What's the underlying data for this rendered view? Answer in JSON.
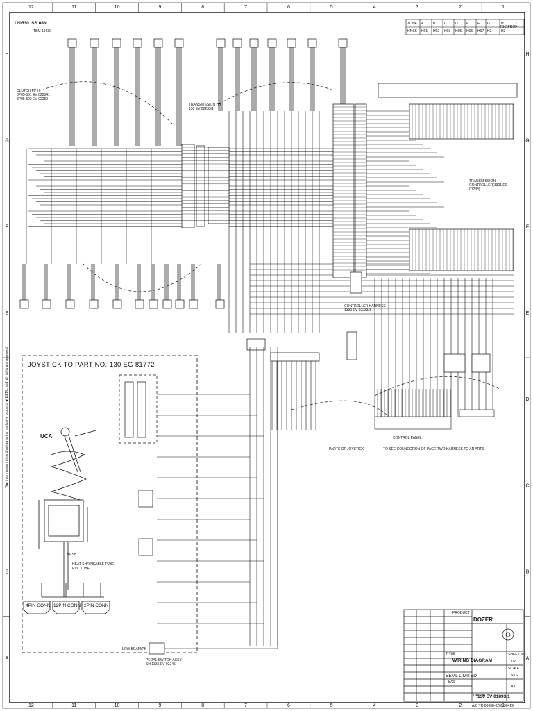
{
  "column_numbers": [
    "12",
    "11",
    "10",
    "9",
    "8",
    "7",
    "6",
    "5",
    "4",
    "3",
    "2",
    "1"
  ],
  "row_letters": [
    "H",
    "G",
    "F",
    "E",
    "D",
    "C",
    "B",
    "A"
  ],
  "header": {
    "stamp": "120530 ISS 08N",
    "stamp_sub": "TBM 19430"
  },
  "wiring_table": {
    "row1": [
      "ZONE",
      "A",
      "B",
      "C",
      "D",
      "E",
      "F",
      "G",
      "H",
      "J"
    ],
    "row2": [
      "HNSS",
      "H01",
      "H02",
      "H03",
      "H05",
      "H06",
      "H07",
      "H2",
      "H3"
    ],
    "right_cell": "TBC PROF"
  },
  "labels": {
    "clutch_harness": "CLUTCH PP HH\n8P05-501 EV 022541\n8P05-502 EV 02259",
    "transmission_harness": "TRANSMISSION HH\n130 EV 02233/1",
    "transmission_controller": "TRANSMISSION\nCONTROLLER(1301 EC\n01233)",
    "controller_harness": "CONTROLLER HARNESS\n1330 EV 02233/1",
    "joystick_title": "JOYSTICK TO PART NO.-130 EG 81772",
    "uca": "UCA",
    "shrink_tube": "HEAT SHRINKABLE TUBE\nPVC TUBE",
    "mesh": "MESH",
    "conn_4pin": "4PIN CONN",
    "conn_12pin": "12PIN CONN",
    "conn_2pin": "2PIN CONN",
    "parts_of_joystick": "PARTS OF JOYSTICK",
    "distribution_note": "TO SEE CONNECTION OF PAGE TWO HARNESS TO AN ARTS",
    "control_panel": "CONTROL PANEL",
    "pedal_switch": "PEDAL SWITCH ASSY\nSH 1335 EV 02245",
    "left_bottom_label": "LOW BEAM/PK"
  },
  "title_block": {
    "product_label": "PRODUCT",
    "product": "DOZER",
    "title_label": "TITLE",
    "title": "WIRING DIAGRAM",
    "company": "BEML LIMITED",
    "company_sub": "KGF",
    "drg_no_label": "DRG NO",
    "drg_no": "130 EV 01893/1",
    "sheet_label": "SHEET NO",
    "sheet": "1/2",
    "scale_label": "SCALE",
    "scale": "NTS",
    "size": "A3"
  },
  "footer_text": "A/C TO 86058-0205 90419",
  "side_text": "The information in this drawing is the exclusive property of BEML and all rights are reserved"
}
